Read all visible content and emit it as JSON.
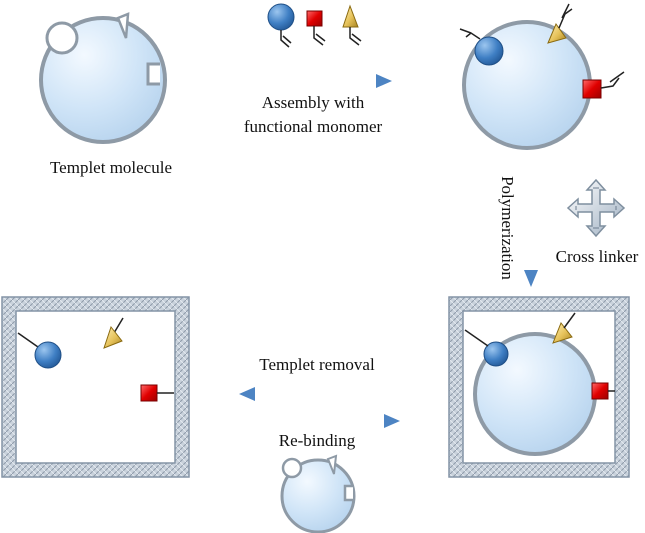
{
  "labels": {
    "template": "Templet molecule",
    "assembly_line1": "Assembly with",
    "assembly_line2": "functional monomer",
    "polymerization": "Polymerization",
    "cross_linker": "Cross linker",
    "template_removal": "Templet removal",
    "rebinding": "Re-binding"
  },
  "colors": {
    "template_fill": "#cfe4f7",
    "template_rim": "#8e9aa6",
    "arrow": "#5b8fcb",
    "monomer_circle": "#3f7fc4",
    "monomer_square": "#e00000",
    "monomer_triangle": "#e6c25a",
    "frame": "#b9c3ce"
  },
  "icons": [
    "circle-monomer-icon",
    "square-monomer-icon",
    "triangle-monomer-icon",
    "cross-linker-icon"
  ]
}
